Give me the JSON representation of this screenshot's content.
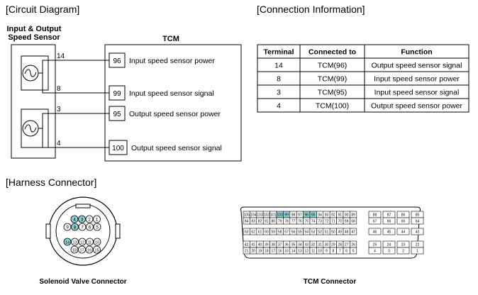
{
  "sections": {
    "circuit": "[Circuit Diagram]",
    "connection": "[Connection Information]",
    "harness": "[Harness Connector]"
  },
  "sensor_label": {
    "line1": "Input & Output",
    "line2": "Speed Sensor"
  },
  "tcm_label": "TCM",
  "circuit_pins": [
    {
      "sensor_pin": "14",
      "tcm_pin": "96",
      "function": "Input speed sensor power"
    },
    {
      "sensor_pin": "8",
      "tcm_pin": "99",
      "function": "Input speed sensor signal"
    },
    {
      "sensor_pin": "3",
      "tcm_pin": "95",
      "function": "Output speed sensor power"
    },
    {
      "sensor_pin": "4",
      "tcm_pin": "100",
      "function": "Output speed sensor signal"
    }
  ],
  "table": {
    "headers": [
      "Terminal",
      "Connected to",
      "Function"
    ],
    "rows": [
      [
        "14",
        "TCM(96)",
        "Output speed sensor signal"
      ],
      [
        "8",
        "TCM(99)",
        "Input speed sensor power"
      ],
      [
        "3",
        "TCM(95)",
        "Input speed sensor signal"
      ],
      [
        "4",
        "TCM(100)",
        "Output speed sensor power"
      ]
    ]
  },
  "solenoid_connector": {
    "caption": "Solenoid Valve Connector",
    "rows": [
      [
        "4",
        "3",
        "2",
        "1"
      ],
      [
        "9",
        "8",
        "7",
        "6",
        "5"
      ],
      [
        "14",
        "13",
        "12",
        "11",
        "10"
      ],
      [
        "18",
        "17",
        "16",
        "15"
      ]
    ],
    "highlighted": [
      "4",
      "3",
      "8",
      "14"
    ],
    "highlight_color": "#8fd3d3"
  },
  "tcm_connector": {
    "caption": "TCM Connector",
    "highlighted": [
      "100",
      "99",
      "96",
      "95"
    ],
    "highlight_color": "#8fd3d3",
    "blocks": [
      [
        [
          "105",
          "104",
          "103",
          "102",
          "101",
          "100",
          "99",
          "98",
          "97",
          "96",
          "95",
          "94",
          "93",
          "92",
          "91",
          "90",
          "89"
        ],
        [
          "84",
          "83",
          "82",
          "81",
          "80",
          "79",
          "78",
          "77",
          "76",
          "75",
          "74",
          "73",
          "72",
          "71",
          "70",
          "69",
          "68"
        ]
      ],
      [
        [
          "63",
          "62",
          "61",
          "60",
          "59",
          "58",
          "57",
          "56",
          "55",
          "54",
          "53",
          "52",
          "51",
          "50",
          "49",
          "48",
          "47"
        ]
      ],
      [
        [
          "42",
          "41",
          "40",
          "39",
          "38",
          "37",
          "36",
          "35",
          "34",
          "33",
          "32",
          "31",
          "30",
          "29",
          "28",
          "27",
          "26"
        ],
        [
          "21",
          "20",
          "19",
          "18",
          "17",
          "16",
          "15",
          "14",
          "13",
          "12",
          "11",
          "10",
          "9",
          "8",
          "7",
          "6",
          "5"
        ]
      ]
    ],
    "right_blocks": [
      [
        [
          "88",
          "87",
          "86",
          "85"
        ],
        [
          "67",
          "66",
          "65",
          "64"
        ]
      ],
      [
        [
          "46",
          "45",
          "44",
          "43"
        ]
      ],
      [
        [
          "25",
          "24",
          "23",
          "22"
        ],
        [
          "4",
          "3",
          "2",
          "1"
        ]
      ]
    ]
  }
}
